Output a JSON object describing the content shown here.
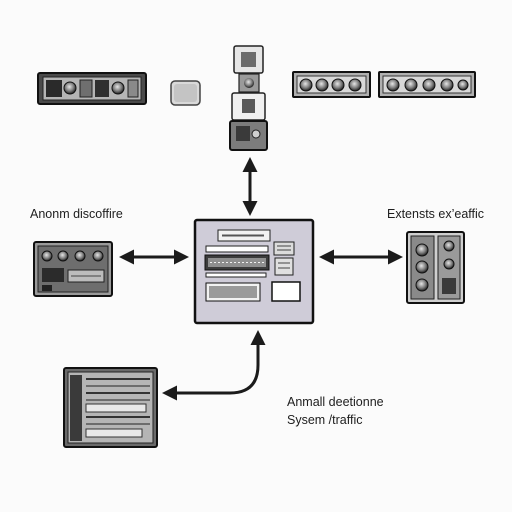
{
  "labels": {
    "left": "Anonm discoffire",
    "right": "Extensts ex’eaffic",
    "bottom_line1": "Anmall deetionne",
    "bottom_line2": "Sysem /traffic"
  },
  "colors": {
    "ink": "#1b1b1b",
    "panel_fill": "#cfccd8",
    "device_fill": "#8e8e8e",
    "background": "#fbfbfb"
  },
  "icons": {
    "connector": "double-headed-arrow",
    "hub": "central-server-panel",
    "nodes": "network-device-icon"
  }
}
